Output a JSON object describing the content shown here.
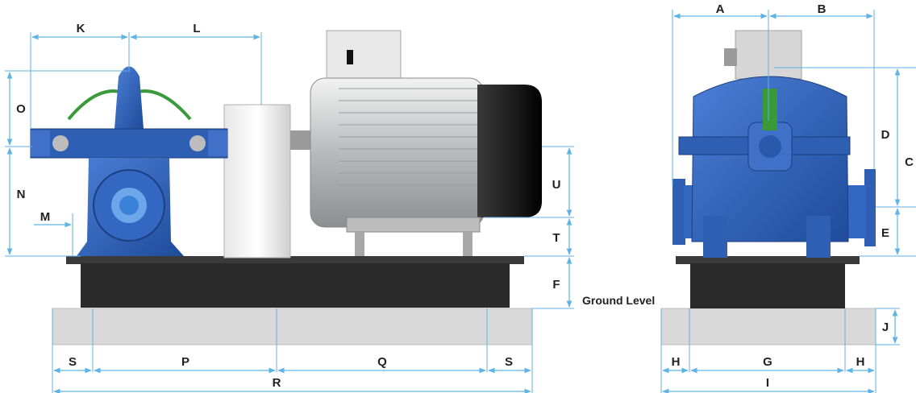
{
  "figure": {
    "ground_level_label": "Ground Level",
    "dimension_labels": {
      "K": "K",
      "L": "L",
      "O": "O",
      "N": "N",
      "M": "M",
      "U": "U",
      "T": "T",
      "F": "F",
      "S_left": "S",
      "P": "P",
      "Q": "Q",
      "S_right": "S",
      "R": "R",
      "A": "A",
      "B": "B",
      "C": "C",
      "D": "D",
      "E": "E",
      "J": "J",
      "H_left": "H",
      "G": "G",
      "H_right": "H",
      "I": "I"
    }
  },
  "colors": {
    "dimension_line": "#5fb3e5",
    "pump_body": "#2f5fb3",
    "motor_silver": "#c9cbcc",
    "motor_dark": "#1c1c1c",
    "baseplate": "#2a2a2a",
    "foundation": "#d9d9d9",
    "pipe_green": "#3a9a3a"
  }
}
